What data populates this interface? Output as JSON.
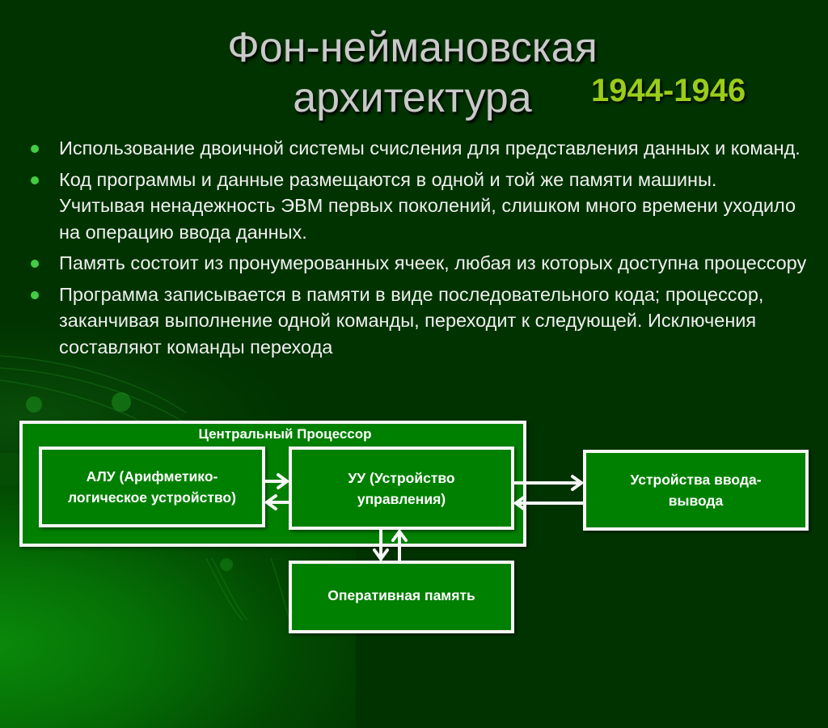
{
  "slide": {
    "title_line1": "Фон-неймановская",
    "title_line2": "архитектура",
    "years": "1944-1946",
    "colors": {
      "background": "#003300",
      "title": "#c9c9c9",
      "years": "#9acd1a",
      "bullet": "#44cc44",
      "box_fill": "#008000",
      "box_border": "#f6f6f6"
    }
  },
  "bullets": [
    {
      "text": "Использование двоичной системы счисления для представления данных и команд."
    },
    {
      "text": "Код программы и данные размещаются в одной и той же памяти машины. Учитывая ненадежность ЭВМ первых поколений, слишком много времени уходило на операцию ввода данных."
    },
    {
      "text": "Память состоит из пронумерованных ячеек, любая из которых доступна процессору"
    },
    {
      "text": "Программа записывается в памяти в виде последовательного кода; процессор, заканчивая выполнение одной команды, переходит к следующей. Исключения составляют команды перехода"
    }
  ],
  "diagram": {
    "cpu": {
      "label": "Центральный Процессор"
    },
    "alu": {
      "label": "АЛУ (Арифметико-логическое устройство)"
    },
    "uu": {
      "label": "УУ (Устройство управления)"
    },
    "io": {
      "label": "Устройства ввода-вывода"
    },
    "ram": {
      "label": "Оперативная память"
    },
    "connections": [
      {
        "from": "alu",
        "to": "uu",
        "direction": "bidirectional"
      },
      {
        "from": "uu",
        "to": "io",
        "direction": "bidirectional"
      },
      {
        "from": "uu",
        "to": "ram",
        "direction": "bidirectional"
      }
    ]
  }
}
